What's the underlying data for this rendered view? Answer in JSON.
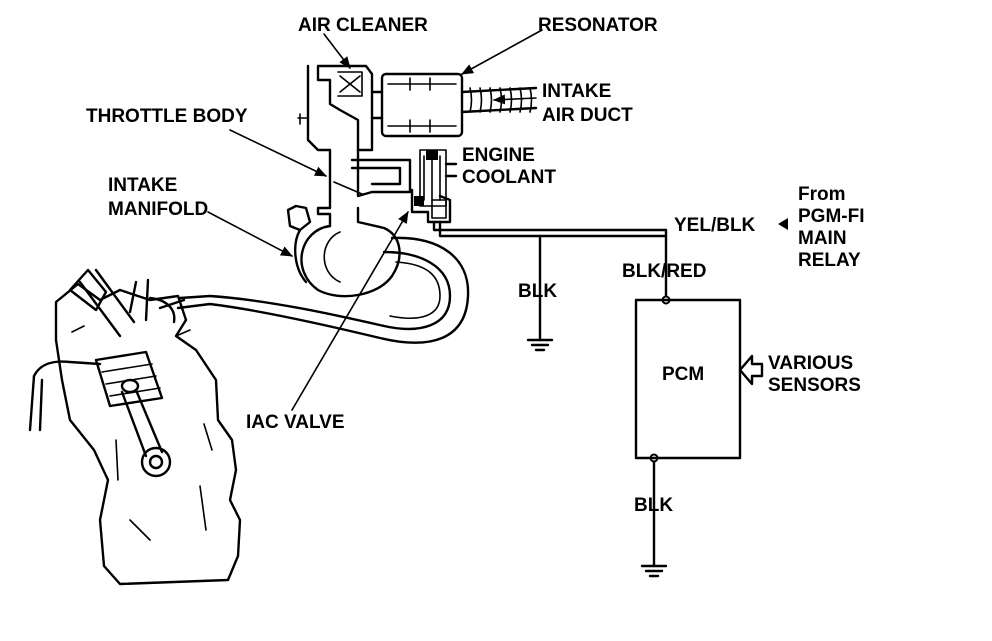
{
  "diagram": {
    "labels": {
      "air_cleaner": "AIR CLEANER",
      "resonator": "RESONATOR",
      "intake_air_duct_1": "INTAKE",
      "intake_air_duct_2": "AIR DUCT",
      "throttle_body": "THROTTLE BODY",
      "engine_coolant_1": "ENGINE",
      "engine_coolant_2": "COOLANT",
      "intake_manifold_1": "INTAKE",
      "intake_manifold_2": "MANIFOLD",
      "from_relay_1": "From",
      "from_relay_2": "PGM-FI",
      "from_relay_3": "MAIN",
      "from_relay_4": "RELAY",
      "wire_yel_blk": "YEL/BLK",
      "wire_blk_red": "BLK/RED",
      "wire_blk_ground_1": "BLK",
      "pcm": "PCM",
      "various_sensors_1": "VARIOUS",
      "various_sensors_2": "SENSORS",
      "iac_valve": "IAC VALVE",
      "wire_blk_ground_2": "BLK"
    }
  }
}
